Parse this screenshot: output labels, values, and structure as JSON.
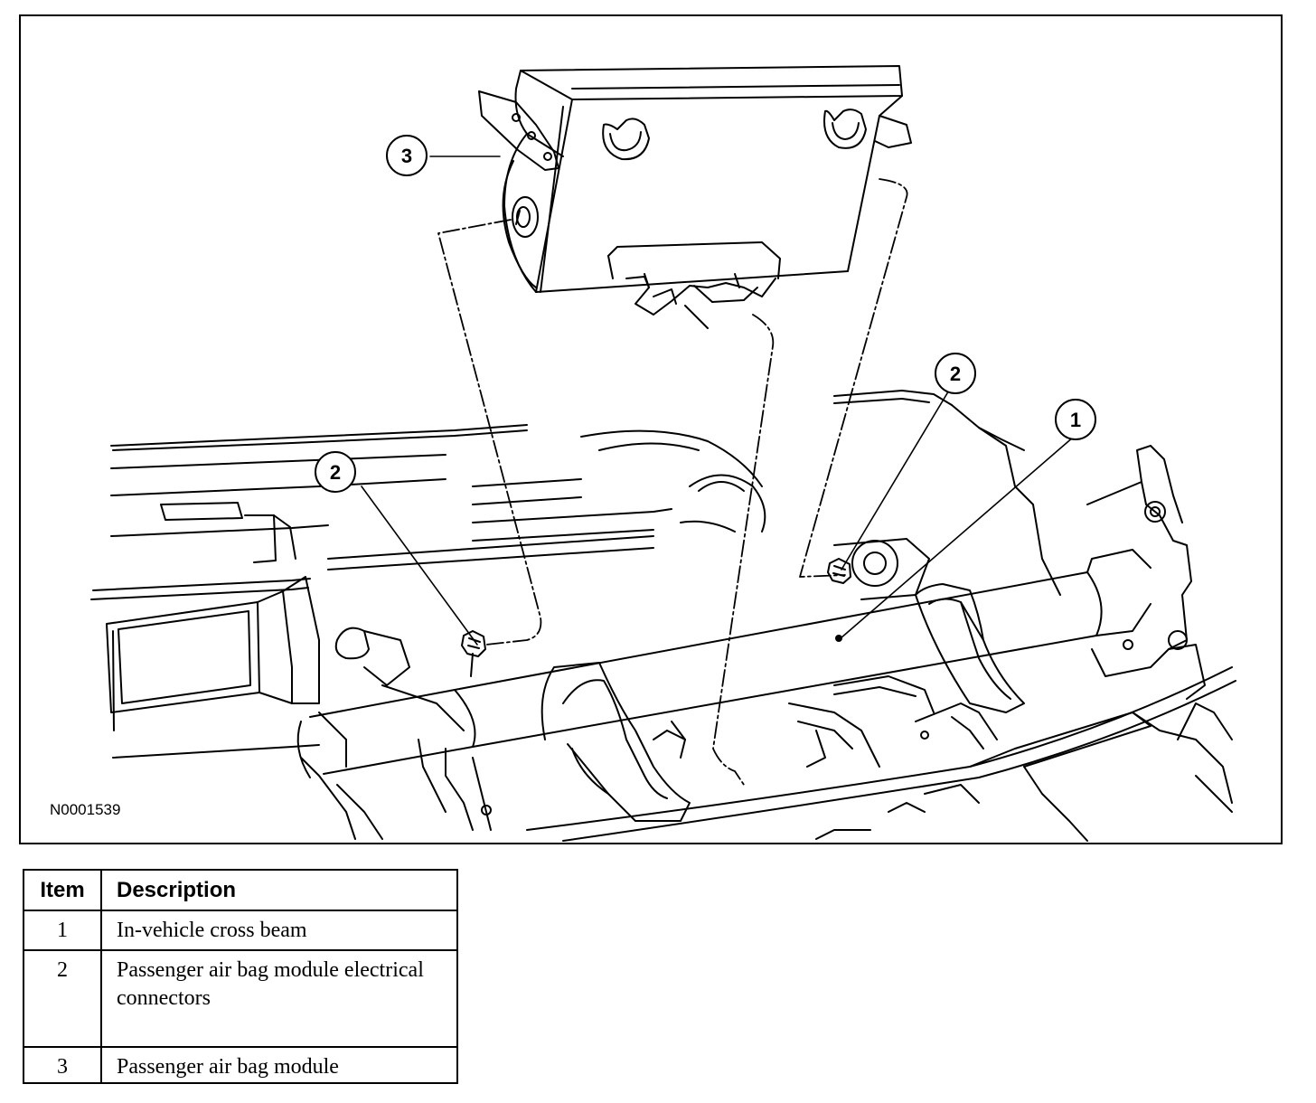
{
  "figure": {
    "id": "N0001539",
    "callouts": [
      "3",
      "2",
      "2",
      "1"
    ]
  },
  "legend": {
    "headers": {
      "item": "Item",
      "description": "Description"
    },
    "rows": [
      {
        "item": "1",
        "description": "In-vehicle cross beam"
      },
      {
        "item": "2",
        "description": "Passenger air bag module electrical connectors"
      },
      {
        "item": "3",
        "description": "Passenger air bag module"
      }
    ]
  },
  "colors": {
    "line": "#000000",
    "background": "#ffffff"
  }
}
